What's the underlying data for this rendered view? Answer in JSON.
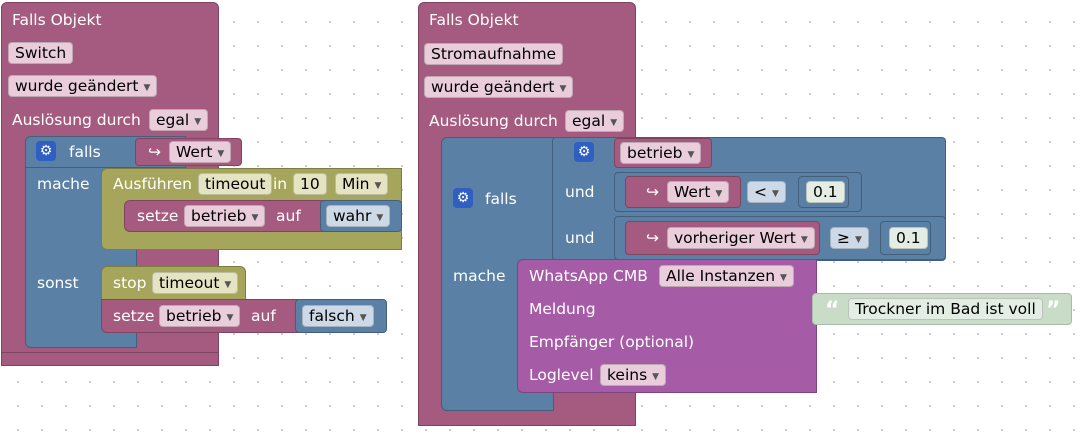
{
  "left": {
    "title": "Falls Objekt",
    "object": "Switch",
    "trigger": "wurde geändert",
    "ausloesung_label": "Auslösung durch",
    "ausloesung_value": "egal",
    "falls_label": "falls",
    "falls_value": "Wert",
    "mache_label": "mache",
    "timeout_block": {
      "label": "Ausführen",
      "name": "timeout",
      "in_label": "in",
      "amount": "10",
      "unit": "Min"
    },
    "set1": {
      "label": "setze",
      "var": "betrieb",
      "auf": "auf",
      "value": "wahr"
    },
    "sonst_label": "sonst",
    "stop": {
      "label": "stop",
      "name": "timeout"
    },
    "set2": {
      "label": "setze",
      "var": "betrieb",
      "auf": "auf",
      "value": "falsch"
    }
  },
  "right": {
    "title": "Falls Objekt",
    "object": "Stromaufnahme",
    "trigger": "wurde geändert",
    "ausloesung_label": "Auslösung durch",
    "ausloesung_value": "egal",
    "falls_label": "falls",
    "cond_var": "betrieb",
    "und1": "und",
    "cmp1": {
      "left": "Wert",
      "op": "<",
      "right": "0.1"
    },
    "und2": "und",
    "cmp2": {
      "left": "vorheriger Wert",
      "op": "≥",
      "right": "0.1"
    },
    "mache_label": "mache",
    "whatsapp": {
      "label": "WhatsApp CMB",
      "instance": "Alle Instanzen",
      "meldung_label": "Meldung",
      "message": "Trockner im Bad ist voll",
      "empfaenger_label": "Empfänger (optional)",
      "loglevel_label": "Loglevel",
      "loglevel": "keins"
    }
  },
  "icons": {
    "gear": "gear-icon",
    "dropdown": "dropdown-arrow-icon",
    "return": "return-arrow-icon"
  }
}
